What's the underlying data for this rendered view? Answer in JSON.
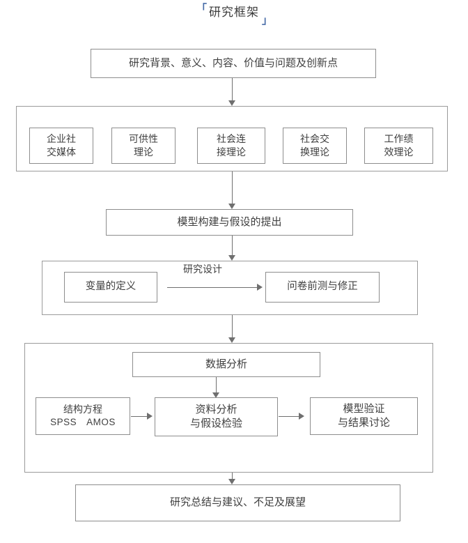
{
  "diagram": {
    "title": "研究框架",
    "bracket_open": "「",
    "bracket_close": "」",
    "title_color": "#3b3b3b",
    "bracket_color": "#4a6ea9",
    "line_color": "#8d8d8d",
    "background": "#ffffff"
  },
  "nodes": {
    "intro": "研究背景、意义、内容、价值与问题及创新点",
    "theories": [
      {
        "line1": "企业社",
        "line2": "交媒体"
      },
      {
        "line1": "可供性",
        "line2": "理论"
      },
      {
        "line1": "社会连",
        "line2": "接理论"
      },
      {
        "line1": "社会交",
        "line2": "换理论"
      },
      {
        "line1": "工作绩",
        "line2": "效理论"
      }
    ],
    "model": "模型构建与假设的提出",
    "research_design": {
      "label": "研究设计",
      "left_box": "变量的定义",
      "right_box": "问卷前测与修正"
    },
    "data_analysis": {
      "header": "数据分析",
      "sem": {
        "line1": "结构方程",
        "line2": "SPSS　AMOS"
      },
      "analysis": {
        "line1": "资料分析",
        "line2": "与假设检验"
      },
      "validation": {
        "line1": "模型验证",
        "line2": "与结果讨论"
      }
    },
    "conclusion": "研究总结与建议、不足及展望"
  }
}
